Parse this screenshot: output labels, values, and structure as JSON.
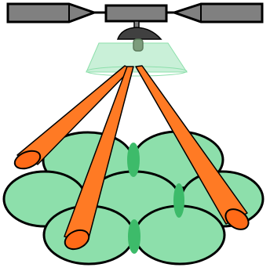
{
  "diagram": {
    "type": "multibeam-satellite-coverage",
    "beam_count": 3,
    "coverage_cell_count": 7,
    "colors": {
      "satellite_body": "#808080",
      "outline": "#000000",
      "antenna_dish": "#404040",
      "feed_horn": "#7c9c7c",
      "antenna_lens": "#c3eed4",
      "coverage_cell": "#8ddfab",
      "cell_overlap": "#3dbb6a",
      "beam": "#ff7a24",
      "beam_footprint": "#ff6a17"
    }
  }
}
